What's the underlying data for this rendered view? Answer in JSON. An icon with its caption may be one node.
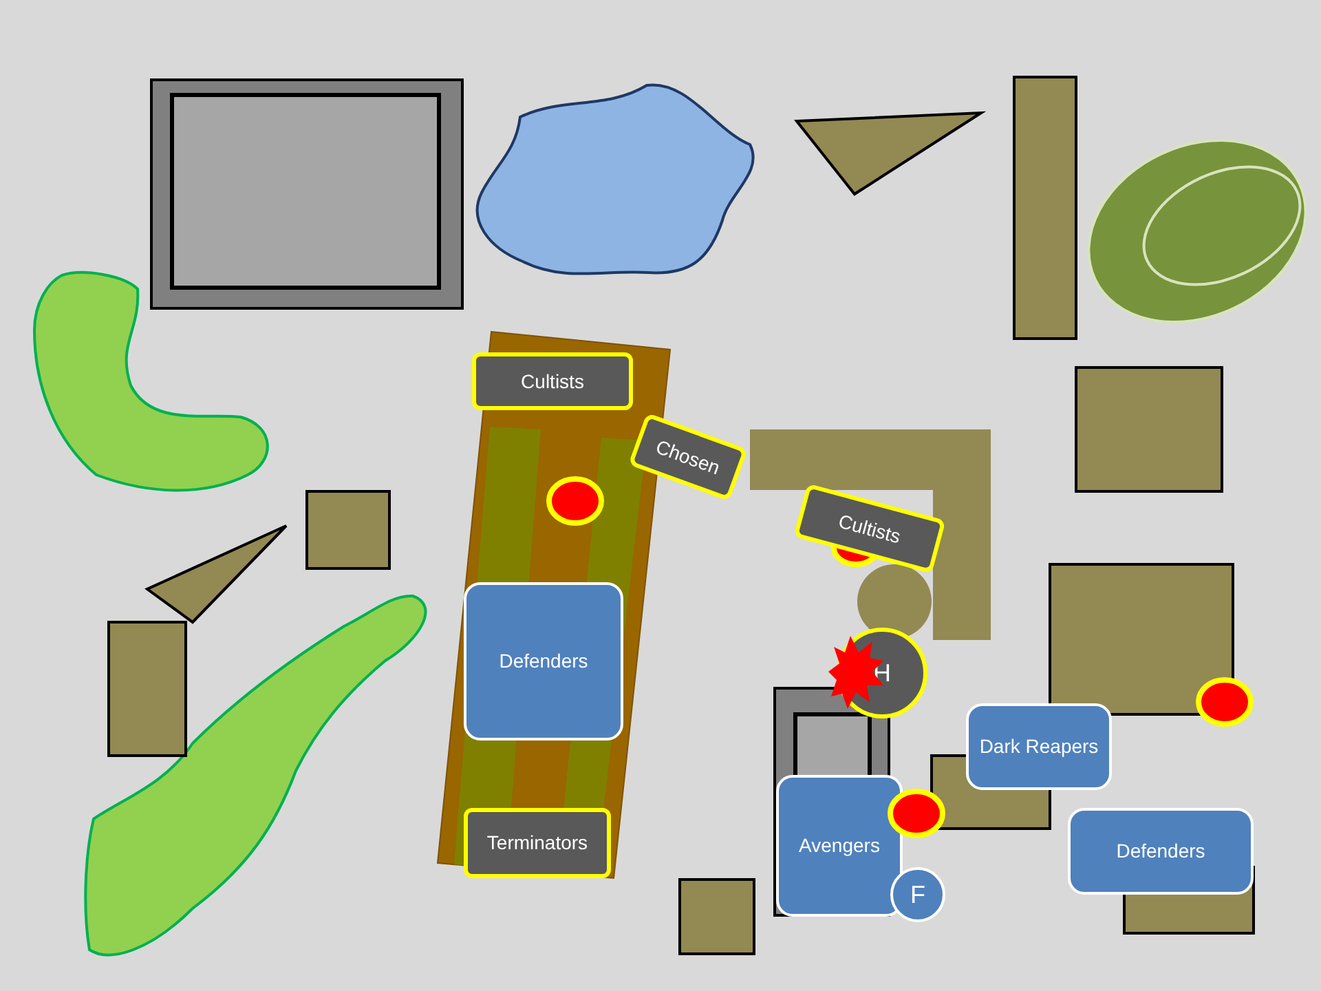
{
  "diagram": {
    "nodes": [
      {
        "text": [
          "Cultists"
        ]
      },
      {
        "text": [
          "Chosen"
        ]
      },
      {
        "text": [
          "Cultists"
        ]
      },
      {
        "text": [
          "Defenders"
        ]
      },
      {
        "text": [
          "H"
        ]
      },
      {
        "text": [
          "Dark Reapers"
        ]
      },
      {
        "text": [
          "Avengers"
        ]
      },
      {
        "text": [
          "Terminators"
        ]
      },
      {
        "text": [
          "Defenders"
        ]
      },
      {
        "text": [
          "F"
        ]
      }
    ]
  }
}
